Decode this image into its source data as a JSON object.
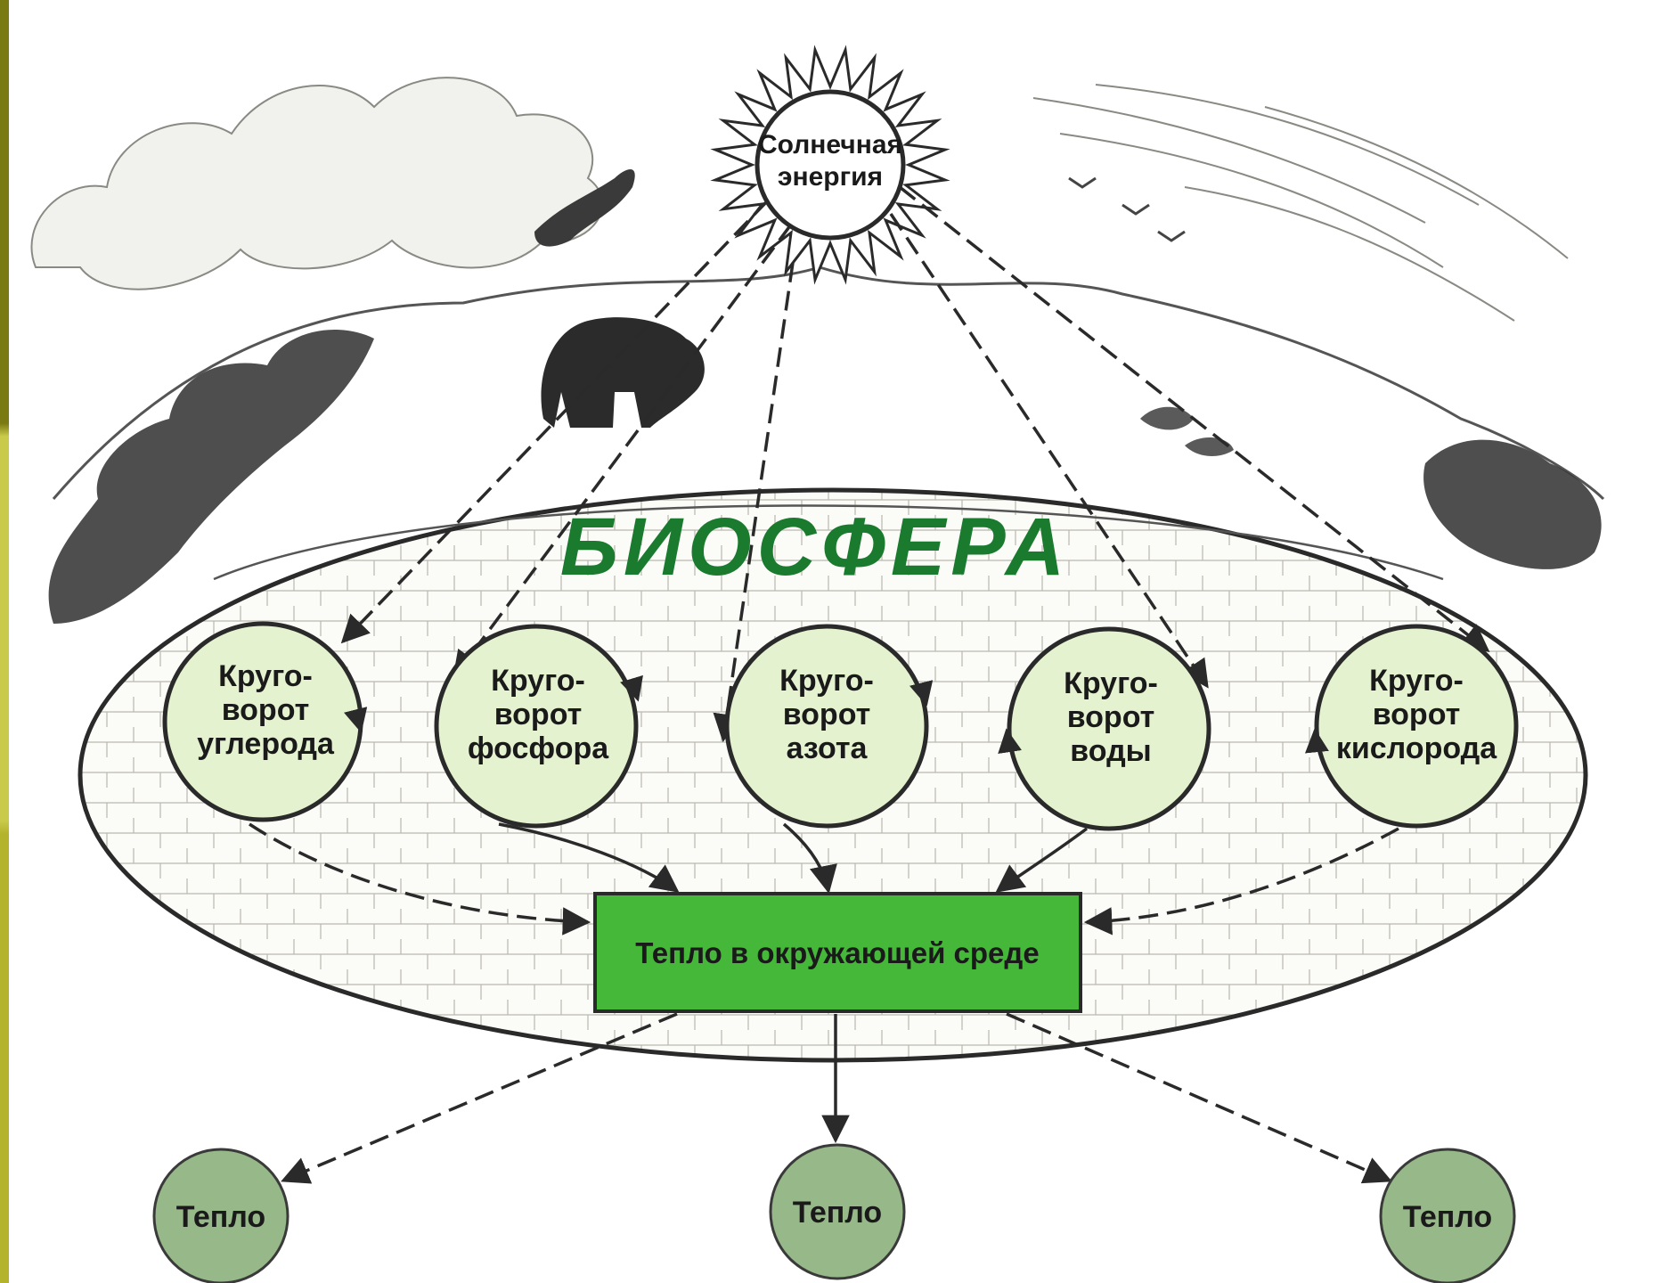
{
  "colors": {
    "band_top": "#7a7a12",
    "band_mid": "#c9c94a",
    "band_bottom": "#b3b32c",
    "cycle_fill": "#e4f2cf",
    "heat_fill": "#45b83a",
    "heat_circle_fill": "#97b889",
    "title_color": "#1a7a2e",
    "ink": "#2a2a2a"
  },
  "sun": {
    "line1": "Солнечная",
    "line2": "энергия"
  },
  "title": "БИОСФЕРА",
  "cycles": [
    {
      "line1": "Круго-",
      "line2": "ворот",
      "line3": "углерода"
    },
    {
      "line1": "Круго-",
      "line2": "ворот",
      "line3": "фосфора"
    },
    {
      "line1": "Круго-",
      "line2": "ворот",
      "line3": "азота"
    },
    {
      "line1": "Круго-",
      "line2": "ворот",
      "line3": "воды"
    },
    {
      "line1": "Круго-",
      "line2": "ворот",
      "line3": "кислорода"
    }
  ],
  "heat_box": "Тепло в окружающей среде",
  "heat_outputs": [
    "Тепло",
    "Тепло",
    "Тепло"
  ]
}
